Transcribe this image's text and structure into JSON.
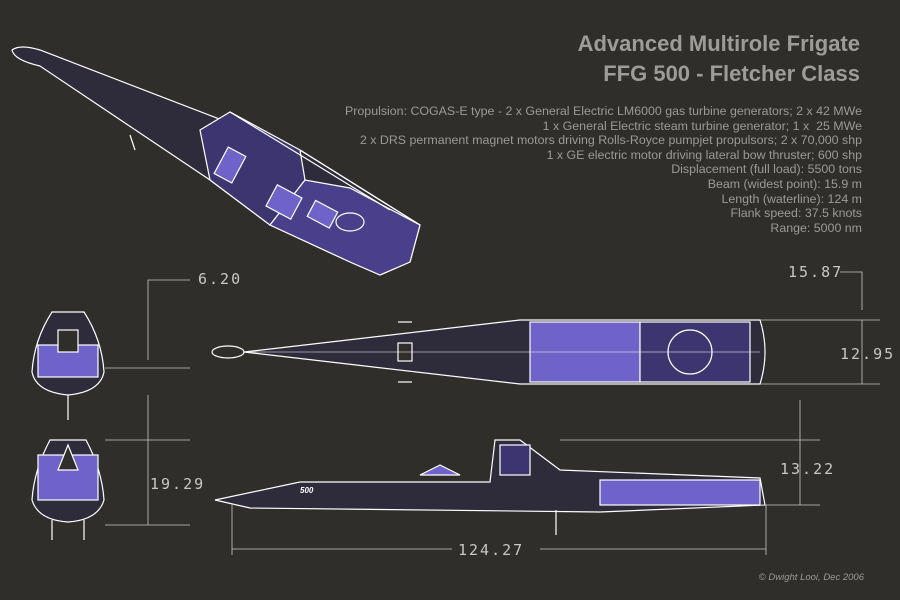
{
  "title": {
    "line1": "Advanced Multirole Frigate",
    "line2": "FFG 500 - Fletcher Class"
  },
  "specs": [
    "Propulsion: COGAS-E type - 2 x General Electric LM6000 gas turbine generators; 2 x 42 MWe",
    "1 x General Electric steam turbine generator; 1 x  25 MWe",
    "2 x DRS permanent magnet motors driving Rolls-Royce pumpjet propulsors; 2 x 70,000 shp",
    "1 x GE electric motor driving lateral bow thruster; 600 shp",
    "Displacement (full load): 5500 tons",
    "Beam (widest point): 15.9 m",
    "Length (waterline): 124 m",
    "Flank speed: 37.5 knots",
    "Range: 5000 nm"
  ],
  "dimensions": {
    "bow_height": "6.20",
    "stern_height": "19.29",
    "beam_overall": "15.87",
    "beam_waterline": "12.95",
    "side_height": "13.22",
    "length_overall": "124.27"
  },
  "hull_number": "500",
  "credit": "© Dwight Looi, Dec 2006",
  "colors": {
    "background": "#302e2b",
    "line": "#ffffff",
    "fill": "#6f63c9",
    "text": "#9c9c9a"
  }
}
